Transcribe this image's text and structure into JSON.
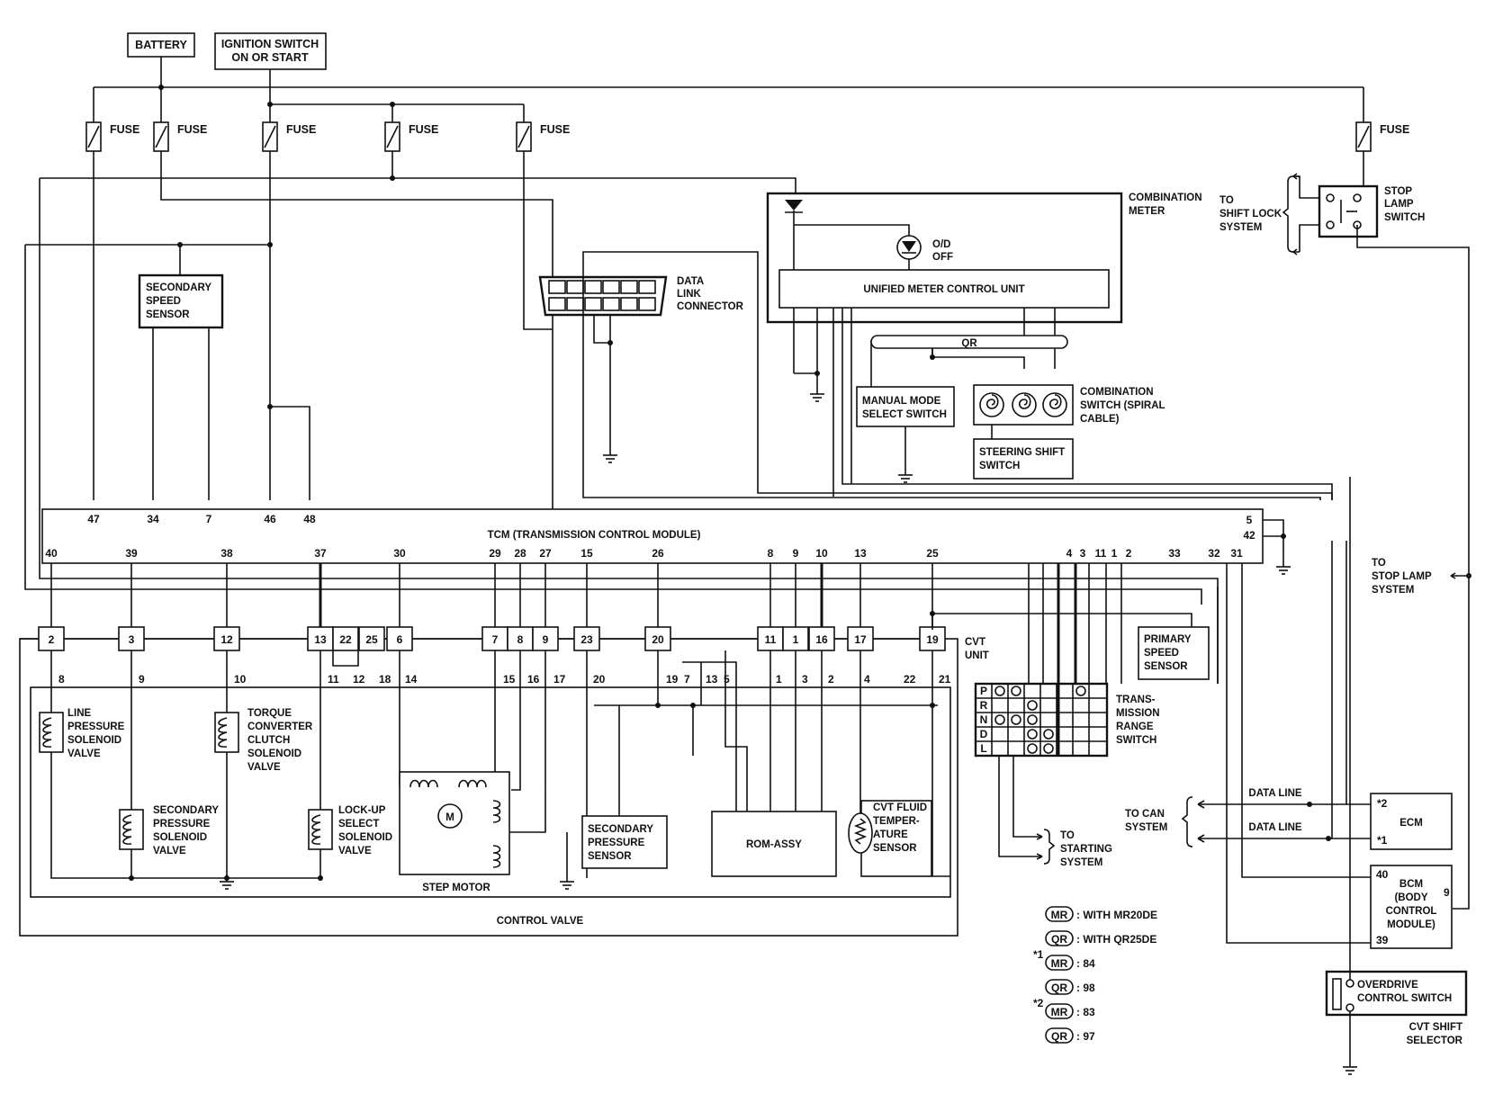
{
  "power": {
    "battery": "BATTERY",
    "ignition": [
      "IGNITION SWITCH",
      "ON OR START"
    ],
    "fuse": "FUSE"
  },
  "combination_meter": {
    "title": [
      "COMBINATION",
      "METER"
    ],
    "od_off": [
      "O/D",
      "OFF"
    ],
    "unit": "UNIFIED METER CONTROL UNIT",
    "qr": "QR"
  },
  "stop_lamp_switch": {
    "label": [
      "STOP",
      "LAMP",
      "SWITCH"
    ],
    "to_shift_lock": [
      "TO",
      "SHIFT LOCK",
      "SYSTEM"
    ],
    "to_stop_lamp": [
      "TO",
      "STOP LAMP",
      "SYSTEM"
    ]
  },
  "data_link_connector": [
    "DATA",
    "LINK",
    "CONNECTOR"
  ],
  "secondary_speed_sensor": [
    "SECONDARY",
    "SPEED",
    "SENSOR"
  ],
  "manual_mode_switch": [
    "MANUAL MODE",
    "SELECT SWITCH"
  ],
  "combination_switch": [
    "COMBINATION",
    "SWITCH (SPIRAL",
    "CABLE)"
  ],
  "steering_shift_switch": [
    "STEERING SHIFT",
    "SWITCH"
  ],
  "tcm": {
    "title": "TCM (TRANSMISSION CONTROL MODULE)",
    "top_pins": [
      "47",
      "34",
      "7",
      "46",
      "48"
    ],
    "bottom_pins": [
      "40",
      "39",
      "38",
      "37",
      "30",
      "29",
      "28",
      "27",
      "15",
      "26",
      "8",
      "9",
      "10",
      "13",
      "25",
      "4",
      "3",
      "11",
      "1",
      "2",
      "33",
      "32",
      "31"
    ],
    "right_pins": [
      "5",
      "42"
    ]
  },
  "cvt_unit": {
    "label": [
      "CVT",
      "UNIT"
    ],
    "connector_pins": [
      "2",
      "3",
      "12",
      "13",
      "22",
      "25",
      "6",
      "7",
      "8",
      "9",
      "23",
      "20",
      "11",
      "1",
      "16",
      "17",
      "19"
    ],
    "inner_pins": [
      "8",
      "9",
      "10",
      "11",
      "12",
      "18",
      "14",
      "15",
      "16",
      "17",
      "20",
      "19",
      "7",
      "13",
      "5",
      "1",
      "3",
      "2",
      "4",
      "22",
      "21"
    ]
  },
  "components": {
    "line_pressure": [
      "LINE",
      "PRESSURE",
      "SOLENOID",
      "VALVE"
    ],
    "torque_converter": [
      "TORQUE",
      "CONVERTER",
      "CLUTCH",
      "SOLENOID",
      "VALVE"
    ],
    "secondary_pressure_valve": [
      "SECONDARY",
      "PRESSURE",
      "SOLENOID",
      "VALVE"
    ],
    "lockup_select": [
      "LOCK-UP",
      "SELECT",
      "SOLENOID",
      "VALVE"
    ],
    "step_motor": "STEP MOTOR",
    "motor_symbol": "M",
    "secondary_pressure_sensor": [
      "SECONDARY",
      "PRESSURE",
      "SENSOR"
    ],
    "rom_assy": "ROM-ASSY",
    "cvt_fluid_temp": [
      "CVT FLUID",
      "TEMPER-",
      "ATURE",
      "SENSOR"
    ],
    "control_valve": "CONTROL VALVE",
    "primary_speed_sensor": [
      "PRIMARY",
      "SPEED",
      "SENSOR"
    ],
    "transmission_range_switch": [
      "TRANS-",
      "MISSION",
      "RANGE",
      "SWITCH"
    ],
    "range_positions": [
      "P",
      "R",
      "N",
      "D",
      "L"
    ]
  },
  "to_starting_system": [
    "TO",
    "STARTING",
    "SYSTEM"
  ],
  "can": {
    "to_can": [
      "TO CAN",
      "SYSTEM"
    ],
    "data_line": "DATA LINE",
    "ecm": "ECM",
    "ecm_pins": [
      "*2",
      "*1"
    ]
  },
  "bcm": {
    "label": [
      "BCM",
      "(BODY",
      "CONTROL",
      "MODULE)"
    ],
    "pins": [
      "40",
      "39",
      "9"
    ]
  },
  "overdrive": {
    "label": [
      "OVERDRIVE",
      "CONTROL SWITCH"
    ],
    "selector": [
      "CVT SHIFT",
      "SELECTOR"
    ]
  },
  "legend": [
    {
      "mark": "MR",
      "text": ": WITH MR20DE",
      "prefix": ""
    },
    {
      "mark": "QR",
      "text": ": WITH QR25DE",
      "prefix": ""
    },
    {
      "mark": "MR",
      "text": ": 84",
      "prefix": "*1"
    },
    {
      "mark": "QR",
      "text": ": 98",
      "prefix": ""
    },
    {
      "mark": "MR",
      "text": ": 83",
      "prefix": "*2"
    },
    {
      "mark": "QR",
      "text": ": 97",
      "prefix": ""
    }
  ]
}
